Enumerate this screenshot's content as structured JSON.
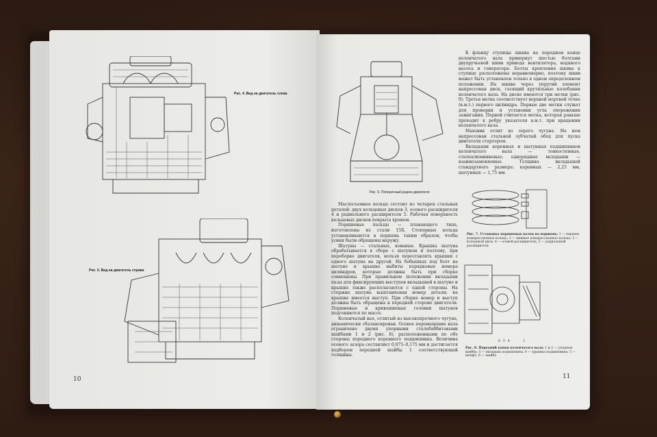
{
  "pages": {
    "left": {
      "page_number": "10",
      "fig4_caption": "Рис. 4. Вид на двигатель слева",
      "fig5_caption": "Рис. 5. Вид на двигатель справа"
    },
    "right": {
      "page_number": "11",
      "fig6_caption": "Рис. 6. Поперечный разрез двигателя",
      "fig7_caption": "Рис. 7. Установка поршневых колец на поршень:",
      "fig7_legend": "1 — верхнее компрессионное кольцо; 2 — нижнее компрессионное кольцо; 3 — кольцевой диск; 4 — осевой расширитель; 5 — радиальный расширитель",
      "fig8_caption": "Рис. 8. Передний конец коленчатого вала:",
      "fig8_legend": "1 и 2 — упорные шайбы; 3 — вкладыш подшипника; 4 — крышка подшипника; 5 — штифт; 6 — шайба",
      "fig8_labels": [
        "6",
        "5",
        "4",
        "3"
      ],
      "column_left": [
        "Маслосъемное кольцо состоит из четырех стальных деталей: двух кольцевых дисков 3, осевого расширителя 4 и радиального расширителя 5. Рабочая поверхность кольцевых дисков покрыта хромом.",
        "Поршневые пальцы — плавающего типа, изготовлены из стали 15Х. Стопорные кольца устанавливаются в поршень таким образом, чтобы усики были обращены наружу.",
        "Шатуны — стальные, кованые. Крышка шатуна обрабатывается в сборе с шатуном и поэтому, при переборке двигателя, нельзя переставлять крышки с одного шатуна на другой. На бобышках под болт на шатуне и крышке выбиты порядковые номера цилиндров, которые должны быть при сборке совмещены. При правильном положении вкладыши пазы для фиксирующих выступов вкладышей в шатуне и крышке также располагаются с одной стороны. На стержне шатуна выштампован номер детали; на крышке имеется выступ. При сборке номер и выступ должны быть обращены к передней стороне двигателя. Поршневые и кривошипные головки шатунов подгоняются по массе.",
        "Коленчатый вал, отлитый из высокопрочного чугуна, динамически сбалансирован. Осевое перемещение вала ограничено двумя упорными сталебаббитовыми шайбами 1 и 2 (рис. 8), расположенными по обе стороны переднего коренного подшипника. Величина осевого зазора составляет 0,075–0,175 мм и достигается подбором передней шайбы 1 соответствующей толщины."
      ],
      "column_right": [
        "К фланцу ступицы шкива на переднем конце коленчатого вала привернут шестью болтами двухручьевой шкив привода вентилятора, водяного насоса и генератора. Болты крепления шкива к ступице расположены неравномерно, поэтому шкив может быть установлен только в одном определенном положении. На шкиве через упругий элемент напрессован диск, гасящий крутильные колебания коленчатого вала. На диске имеются три метки (рис. 9). Третья метка соответствует верхней мертвой точке (в.м.т.) первого цилиндра. Первые две метки служат для проверки и установки угла опережения зажигания. Первой считается метка, которая раньше проходит к ребру указателя в.м.т. при вращении коленчатого вала.",
        "Маховик отлит из серого чугуна. На нем напрессован стальной зубчатый обод для пуска двигателя стартером.",
        "Вкладыши коренных и шатунных подшипников коленчатого вала — тонкостенные, сталеалюминиевые; однорядные вкладыши — взаимозаменяемые. Толщина вкладышей стандартного размера: коренных — 2,25 мм, шатунных — 1,75 мм."
      ]
    }
  }
}
